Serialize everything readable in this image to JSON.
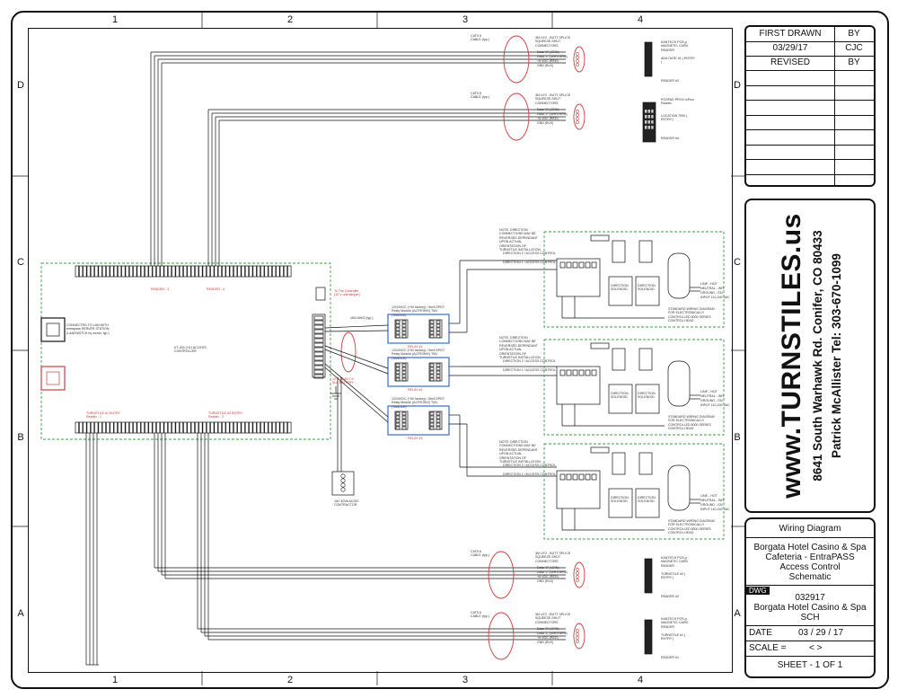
{
  "border": {
    "columns": [
      "1",
      "2",
      "3",
      "4"
    ],
    "rows": [
      "D",
      "C",
      "B",
      "A"
    ]
  },
  "revision_block": {
    "first_drawn_label": "FIRST DRAWN",
    "by_label": "BY",
    "first_drawn_date": "03/29/17",
    "first_drawn_by": "CJC",
    "revised_label": "REVISED",
    "revised_by_label": "BY"
  },
  "company": {
    "name": "www.TURNSTILES.us",
    "address": "8641 South Warhawk Rd.  Conifer, CO 80433",
    "contact": "Patrick McAllister Tel: 303-670-1099"
  },
  "title_block": {
    "heading": "Wiring Diagram",
    "project_lines": [
      "Borgata Hotel Casino & Spa",
      "Cafeteria - EntraPASS",
      "Access Control",
      "Schematic"
    ],
    "dwg_label": "DWG",
    "dwg_number": "032917",
    "dwg_lines": [
      "Borgata Hotel Casino & Spa",
      "SCH"
    ],
    "date_label": "DATE",
    "date_value": "03 / 29 / 17",
    "scale_label": "SCALE =",
    "scale_value": "< >",
    "sheet": "SHEET - 1  OF  1"
  },
  "readers": [
    {
      "label": "KANTECH POS-p MAGNETIC CARD READER",
      "sub": "ADA GATE #1 ( ENTRY )",
      "tag": "READER #3",
      "cable": "CAT5 6 CABLE (typ.)",
      "splice": "3M UY2 - BUTT SPLICE SQUEEZE-SHUT CONNECTORS"
    },
    {
      "label": "POSPAD PROX ioProx Reader",
      "sub": "LOCATION 7000 ( ENTRY )",
      "tag": "READER #4",
      "cable": "CAT5 6 CABLE (typ.)",
      "splice": "3M UY2 - BUTT SPLICE SQUEEZE-SHUT CONNECTORS"
    },
    {
      "label": "KANTECH POS-p MAGNETIC CARD READER",
      "sub": "TURNSTILE #2 ( ENTRY )",
      "tag": "READER #2",
      "cable": "CAT5 6 CABLE (typ.)",
      "splice": "3M UY2 - BUTT SPLICE SQUEEZE-SHUT CONNECTORS"
    },
    {
      "label": "KANTECH POS-p MAGNETIC CARD READER",
      "sub": "TURNSTILE #1 ( ENTRY )",
      "tag": "READER #1",
      "cable": "CAT5 6 CABLE (typ.)",
      "splice": "3M UY2 - BUTT SPLICE SQUEEZE-SHUT CONNECTORS"
    }
  ],
  "wire_labels": [
    "Data \"0\" (GRN)",
    "Data \"1\" (WHT/GRN)",
    "+5 VDC (RED)",
    "GND (BLK)"
  ],
  "relay_modules": [
    {
      "label": "12/24VDC (+5V factory) / 5mA SPDT Relay Module (ALTRONIX) TM1 (TANGLE)",
      "id": "RELAY #1"
    },
    {
      "label": "12/24VDC (+5V factory) / 5mA SPDT Relay Module (ALTRONIX) TM1 (TANGLE)",
      "id": "RELAY #2"
    },
    {
      "label": "12/24VDC (+5V factory) / 5mA SPDT Relay Module (ALTRONIX) TM1 (TANGLE)",
      "id": "RELAY #3"
    }
  ],
  "turnstiles": [
    {
      "note": "NOTE: DIRECTION CONNECTIONS MAY BE REVERSED DEPENDANT UPON ACTUAL ORIENTATION OF TURNSTILE INSTALLATION",
      "dir1": "DIRECTION 1 / ACCESS CONTROL",
      "dir2": "DIRECTION 2 / ACCESS CONTROL",
      "sol1": "DIRECTION SOLENOID",
      "sol2": "DIRECTION SOLENOID",
      "caption": "STANDARD WIRING DIAGRAM FOR ELECTRONICALLY CONTROLLED 5000 SERIES CONTROL HEAD",
      "mains": [
        "LINE - HOT",
        "NEUTRAL - WH",
        "GROUND - GN",
        "INPUT 110-240 VAC"
      ]
    },
    {
      "note": "NOTE: DIRECTION CONNECTIONS MAY BE REVERSED DEPENDANT UPON ACTUAL ORIENTATION OF TURNSTILE INSTALLATION",
      "dir1": "DIRECTION 1 / ACCESS CONTROL",
      "dir2": "DIRECTION 2 / ACCESS CONTROL",
      "sol1": "DIRECTION SOLENOID",
      "sol2": "DIRECTION SOLENOID",
      "caption": "STANDARD WIRING DIAGRAM FOR ELECTRONICALLY CONTROLLED 5000 SERIES CONTROL HEAD",
      "mains": [
        "LINE - HOT",
        "NEUTRAL - WH",
        "GROUND - GN",
        "INPUT 110-240 VAC"
      ]
    },
    {
      "note": "NOTE: DIRECTION CONNECTIONS MAY BE REVERSED DEPENDANT UPON ACTUAL ORIENTATION OF TURNSTILE INSTALLATION",
      "dir1": "DIRECTION 1 / ACCESS CONTROL",
      "dir2": "DIRECTION 2 / ACCESS CONTROL",
      "sol1": "DIRECTION SOLENOID",
      "sol2": "DIRECTION SOLENOID",
      "caption": "STANDARD WIRING DIAGRAM FOR ELECTRONICALLY CONTROLLED 5000 SERIES CONTROL HEAD",
      "mains": [
        "LINE - HOT",
        "NEUTRAL - WH",
        "GROUND - GN",
        "INPUT 110-240 VAC"
      ]
    }
  ],
  "controller": {
    "model": "KT-400 (+8 ) ACCESS CONTROLLER",
    "lan_note": "CONNECTED TO LAN WITH entrapass SERVER STATION (LAN/SWITCH by owner, typ.)",
    "header_top": [
      "READER - 3",
      "READER - 4"
    ],
    "header_bottom": [
      "TURNSTILE #1 ENTRY Reader - 1",
      "TURNSTILE #2 ENTRY Reader - 2"
    ],
    "tamper": "To The Controller (12 V unit tamper)",
    "power_note": "12 V 14 Ah 7.0 SLA BATTERY",
    "wire_note": "18/2 AWG (typ.)",
    "xfmr": "16V 40VA AC/DC CONTRACTOR"
  },
  "colors": {
    "line": "#111111",
    "dashed_green": "#3aa047",
    "red_ellipse": "#d23c3c",
    "blue_relay": "#3a6ad2"
  }
}
